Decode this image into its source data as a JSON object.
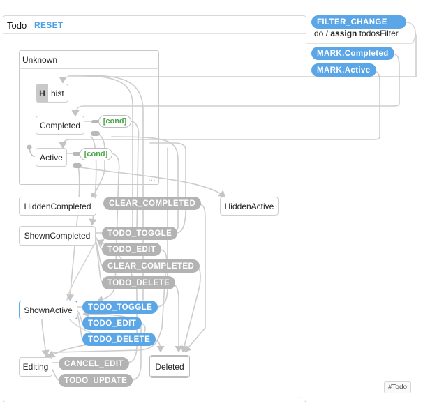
{
  "machine": {
    "title": "Todo",
    "reset_label": "RESET"
  },
  "states": {
    "unknown": "Unknown",
    "history_marker": "H",
    "history_label": "hist",
    "completed": "Completed",
    "active": "Active",
    "hidden_completed": "HiddenCompleted",
    "hidden_active": "HiddenActive",
    "shown_completed": "ShownCompleted",
    "shown_active": "ShownActive",
    "editing": "Editing",
    "deleted": "Deleted"
  },
  "guards": {
    "completed_cond": "[cond]",
    "active_cond": "[cond]"
  },
  "events": {
    "filter_change": "FILTER_CHANGE",
    "mark_completed": "MARK.Completed",
    "mark_active": "MARK.Active",
    "hidden_clear_completed": "CLEAR_COMPLETED",
    "sc_todo_toggle": "TODO_TOGGLE",
    "sc_todo_edit": "TODO_EDIT",
    "sc_clear_completed": "CLEAR_COMPLETED",
    "sc_todo_delete": "TODO_DELETE",
    "sa_todo_toggle": "TODO_TOGGLE",
    "sa_todo_edit": "TODO_EDIT",
    "sa_todo_delete": "TODO_DELETE",
    "cancel_edit": "CANCEL_EDIT",
    "todo_update": "TODO_UPDATE"
  },
  "filter_action": {
    "keyword": "do",
    "separator": " / ",
    "verb": "assign",
    "target": " todosFilter"
  },
  "collapsed_marker": "…",
  "corner_tag": "#Todo",
  "colors": {
    "active_event": "#5aa6e6",
    "inactive_event": "#b3b3b3",
    "guard": "#4aa64a",
    "border": "#cfcfcf"
  }
}
